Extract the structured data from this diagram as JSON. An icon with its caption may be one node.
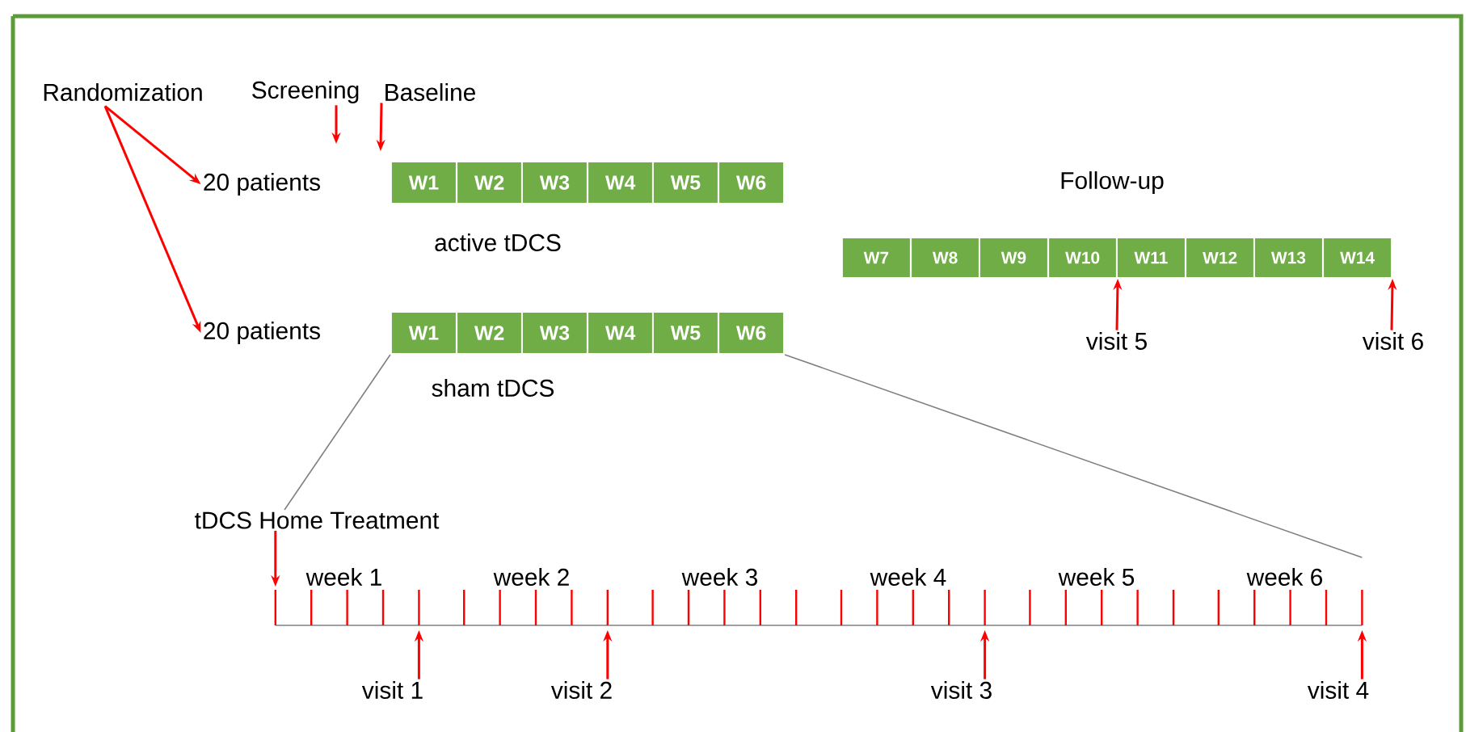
{
  "diagram": {
    "nodes": [
      {
        "text": [
          "Randomization"
        ]
      },
      {
        "text": [
          "20 patients"
        ]
      },
      {
        "text": [
          "20 patients"
        ]
      },
      {
        "text": [
          "Screening"
        ]
      },
      {
        "text": [
          "Baseline"
        ]
      },
      {
        "text": [
          "W1"
        ]
      },
      {
        "text": [
          "W2"
        ]
      },
      {
        "text": [
          "W3"
        ]
      },
      {
        "text": [
          "W4"
        ]
      },
      {
        "text": [
          "W5"
        ]
      },
      {
        "text": [
          "W6"
        ]
      },
      {
        "text": [
          "W1"
        ]
      },
      {
        "text": [
          "W2"
        ]
      },
      {
        "text": [
          "W3"
        ]
      },
      {
        "text": [
          "W4"
        ]
      },
      {
        "text": [
          "W5"
        ]
      },
      {
        "text": [
          "W6"
        ]
      },
      {
        "text": [
          "W7"
        ]
      },
      {
        "text": [
          "W8"
        ]
      },
      {
        "text": [
          "W9"
        ]
      },
      {
        "text": [
          "W10"
        ]
      },
      {
        "text": [
          "W11"
        ]
      },
      {
        "text": [
          "W12"
        ]
      },
      {
        "text": [
          "W13"
        ]
      },
      {
        "text": [
          "W14"
        ]
      },
      {
        "text": [
          "visit 5"
        ]
      },
      {
        "text": [
          "visit 6"
        ]
      },
      {
        "text": [
          "tDCS Home Treatment"
        ]
      },
      {
        "text": [
          "visit 1"
        ]
      },
      {
        "text": [
          "visit 2"
        ]
      },
      {
        "text": [
          "visit 3"
        ]
      },
      {
        "text": [
          "visit 4"
        ]
      }
    ],
    "edges": [
      {
        "from": 0,
        "to": 1,
        "arrow": "to"
      },
      {
        "from": 0,
        "to": 2,
        "arrow": "to"
      },
      {
        "from": 3,
        "to": null,
        "arrow": "to"
      },
      {
        "from": 4,
        "to": 5,
        "arrow": "to"
      },
      {
        "from": 25,
        "to": 20,
        "arrow": "to"
      },
      {
        "from": 26,
        "to": 24,
        "arrow": "to"
      },
      {
        "from": 11,
        "to": 27,
        "arrow": "none",
        "color": "#7f7f7f"
      },
      {
        "from": 16,
        "to": null,
        "arrow": "none",
        "color": "#7f7f7f"
      },
      {
        "from": 27,
        "to": null,
        "arrow": "to"
      },
      {
        "from": 28,
        "to": null,
        "arrow": "to"
      },
      {
        "from": 29,
        "to": null,
        "arrow": "to"
      },
      {
        "from": 30,
        "to": null,
        "arrow": "to"
      },
      {
        "from": 31,
        "to": null,
        "arrow": "to"
      }
    ],
    "labels": [
      "active tDCS",
      "sham tDCS",
      "Follow-up",
      "week 1",
      "week 2",
      "week 3",
      "week 4",
      "week 5",
      "week 6"
    ]
  }
}
